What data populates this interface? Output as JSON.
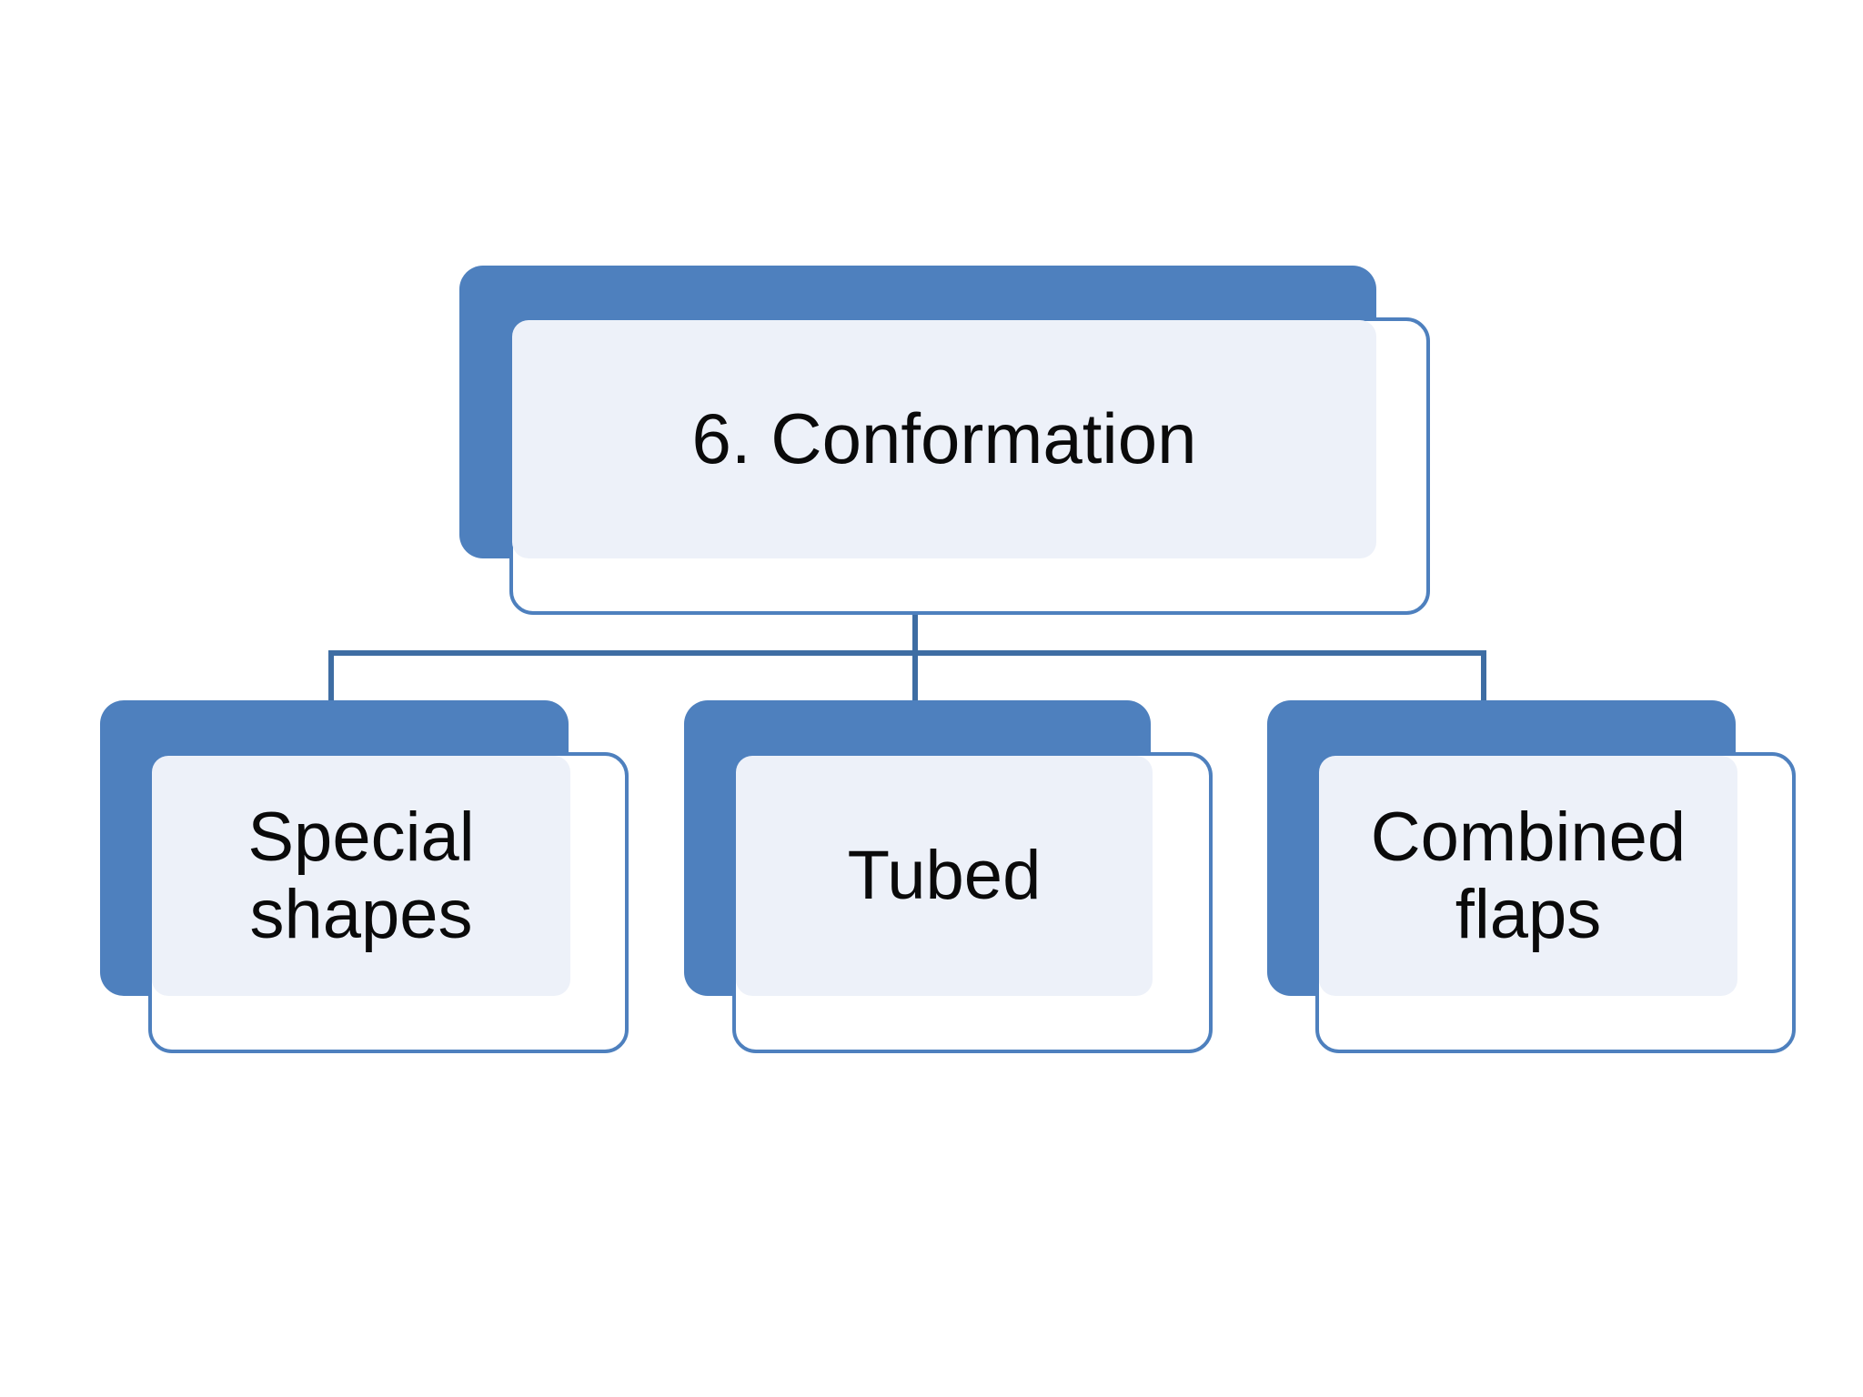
{
  "diagram": {
    "type": "hierarchy-org-chart",
    "orientation": "top-down",
    "background_color": "#FFFFFF",
    "theme": {
      "accent_blue": "#4E80BE",
      "outline_blue": "#4E80BE",
      "connector_blue": "#3E6DA3",
      "panel_tint": "#EDF1F9",
      "text_color": "#0A0A0A"
    },
    "root": {
      "label": "6. Conformation"
    },
    "children": [
      {
        "label": "Special\nshapes"
      },
      {
        "label": "Tubed"
      },
      {
        "label": "Combined\nflaps"
      }
    ]
  }
}
